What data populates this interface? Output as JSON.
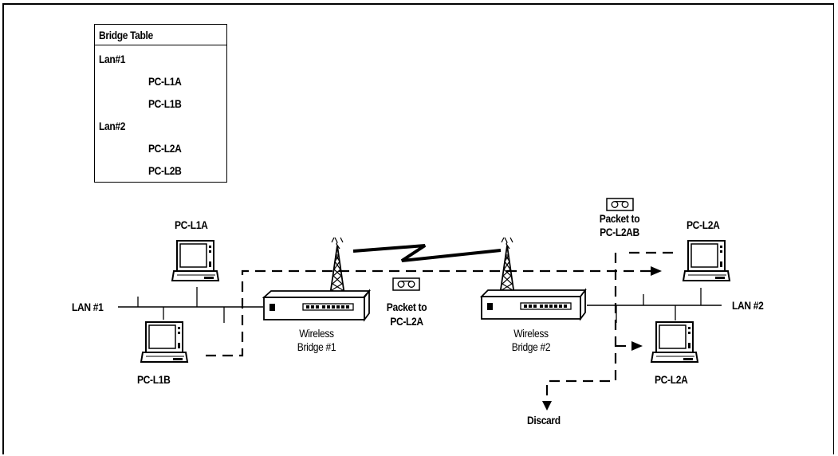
{
  "bridge_table": {
    "title": "Bridge Table",
    "groups": [
      {
        "lan": "Lan#1",
        "hosts": [
          "PC-L1A",
          "PC-L1B"
        ]
      },
      {
        "lan": "Lan#2",
        "hosts": [
          "PC-L2A",
          "PC-L2B"
        ]
      }
    ]
  },
  "labels": {
    "lan1": "LAN #1",
    "lan2": "LAN #2",
    "pc_l1a": "PC-L1A",
    "pc_l1b": "PC-L1B",
    "pc_l2a_top": "PC-L2A",
    "pc_l2a_bottom": "PC-L2A",
    "bridge1": [
      "Wireless",
      "Bridge #1"
    ],
    "bridge2": [
      "Wireless",
      "Bridge #2"
    ],
    "packet_mid": [
      "Packet to",
      "PC-L2A"
    ],
    "packet_right": [
      "Packet to",
      "PC-L2AB"
    ],
    "discard": "Discard"
  }
}
